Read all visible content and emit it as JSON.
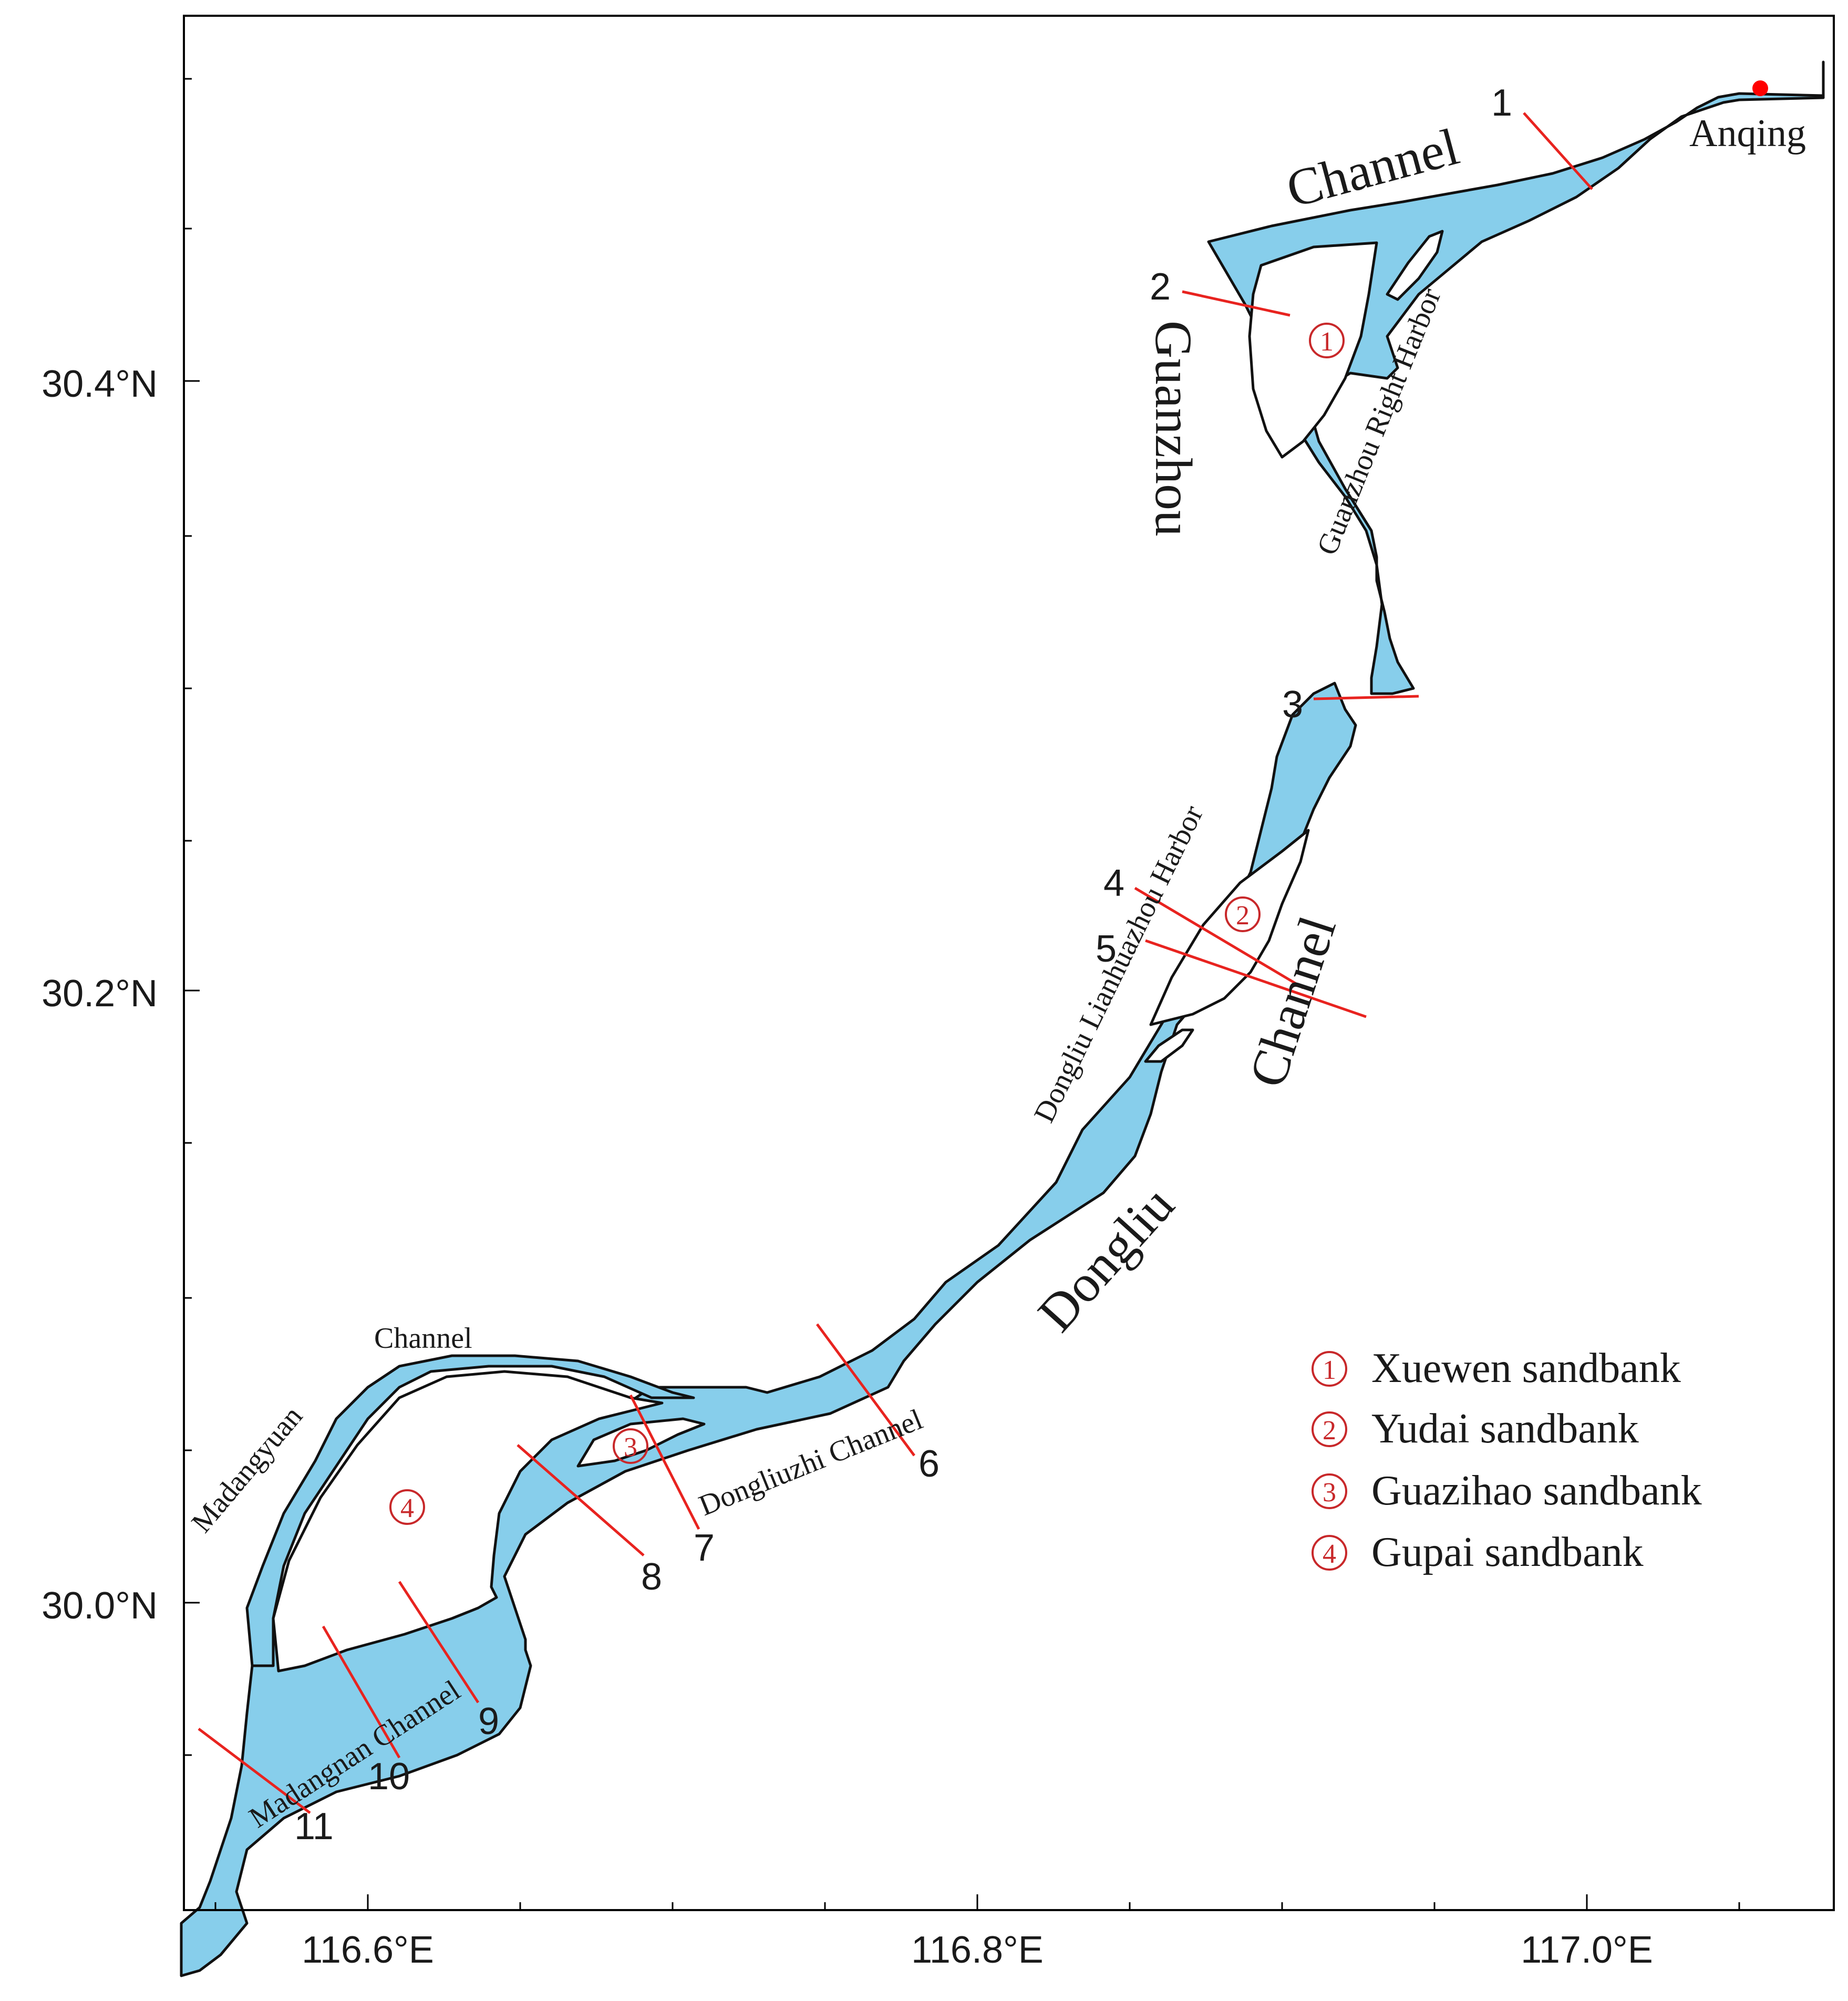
{
  "axes": {
    "lat_labels": [
      "30.4°N",
      "30.2°N",
      "30.0°N"
    ],
    "lon_labels": [
      "116.6°E",
      "116.8°E",
      "117.0°E"
    ]
  },
  "places": {
    "city": "Anqing",
    "city_marker_color": "#ff0000"
  },
  "channels": {
    "guanzhou_word1": "Channel",
    "guanzhou_word2": "Guanzhou",
    "guanzhou_right_harbor": "Guanzhou Right Harbor",
    "dongliu_lianhuazhou_harbor": "Dongliu Lianhuazhou Harbor",
    "dongliu_word1": "Channel",
    "dongliu_word2": "Dongliu",
    "dongliuzhi": "Dongliuzhi Channel",
    "madangyuan_word1": "Channel",
    "madangyuan_word2": "Madangyuan",
    "madangnan": "Madangnan Channel"
  },
  "sections": [
    "1",
    "2",
    "3",
    "4",
    "5",
    "6",
    "7",
    "8",
    "9",
    "10",
    "11"
  ],
  "sandbanks": [
    {
      "num": "1",
      "name": "Xuewen sandbank"
    },
    {
      "num": "2",
      "name": "Yudai sandbank"
    },
    {
      "num": "3",
      "name": "Guazihao sandbank"
    },
    {
      "num": "4",
      "name": "Gupai sandbank"
    }
  ],
  "colors": {
    "water": "#87CEEB",
    "section_line": "#e8231f",
    "sandbank_marker": "#c8282a"
  }
}
